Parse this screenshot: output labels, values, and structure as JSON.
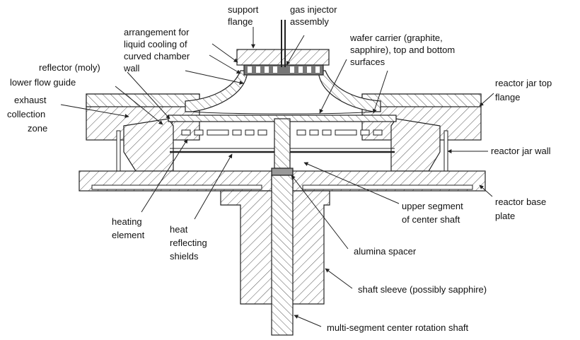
{
  "diagram": {
    "labels": {
      "support_flange": [
        "support",
        "flange"
      ],
      "gas_injector": [
        "gas injector",
        "assembly"
      ],
      "liquid_cooling": [
        "arrangement for",
        "liquid cooling of",
        "curved chamber",
        "wall"
      ],
      "wafer_carrier": [
        "wafer carrier (graphite,",
        "sapphire), top and bottom",
        "surfaces"
      ],
      "reflector": [
        "reflector (moly)"
      ],
      "lower_flow_guide": [
        "lower flow guide"
      ],
      "exhaust": [
        "exhaust",
        "collection",
        "zone"
      ],
      "top_flange": [
        "reactor jar top",
        "flange"
      ],
      "jar_wall": [
        "reactor jar wall"
      ],
      "base_plate": [
        "reactor base",
        "plate"
      ],
      "upper_shaft": [
        "upper segment",
        "of center shaft"
      ],
      "heating_element": [
        "heating",
        "element"
      ],
      "heat_shields": [
        "heat",
        "reflecting",
        "shields"
      ],
      "alumina_spacer": [
        "alumina spacer"
      ],
      "shaft_sleeve": [
        "shaft sleeve (possibly sapphire)"
      ],
      "rotation_shaft": [
        "multi-segment center rotation shaft"
      ]
    }
  }
}
